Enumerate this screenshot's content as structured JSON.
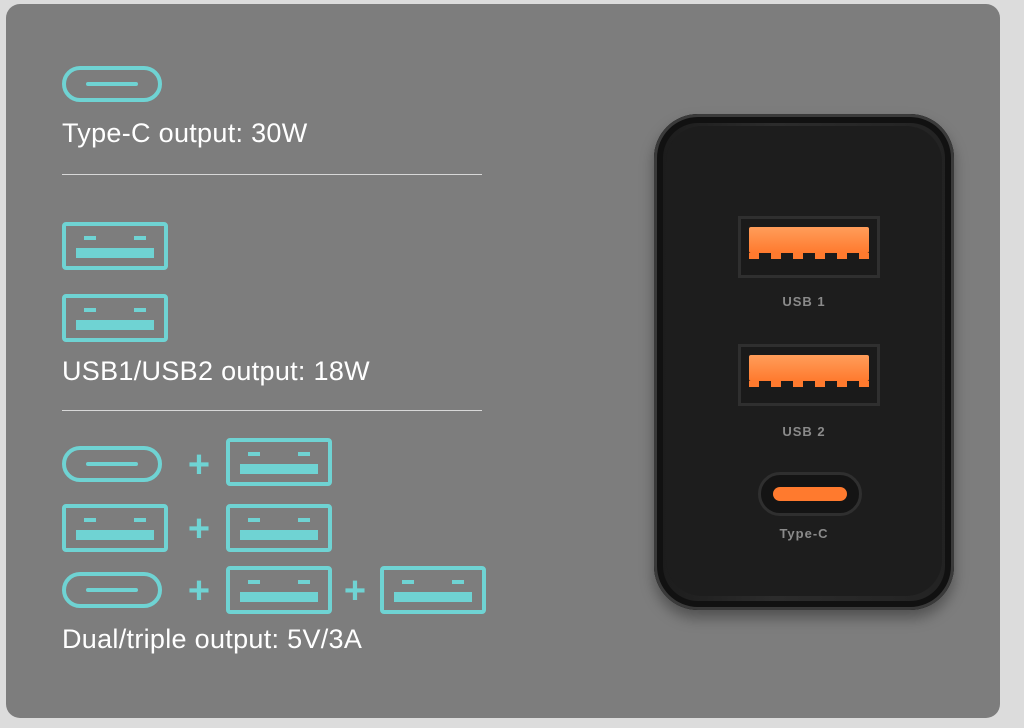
{
  "features": {
    "typec_label": "Type-C output: 30W",
    "usb_label": "USB1/USB2 output: 18W",
    "dual_label": "Dual/triple output: 5V/3A",
    "plus_symbol": "+"
  },
  "charger": {
    "port1_label": "USB 1",
    "port2_label": "USB 2",
    "port3_label": "Type-C"
  },
  "colors": {
    "icon_accent": "#6fd3d3",
    "port_orange": "#ff7a2e",
    "panel_bg": "#7d7d7d"
  }
}
